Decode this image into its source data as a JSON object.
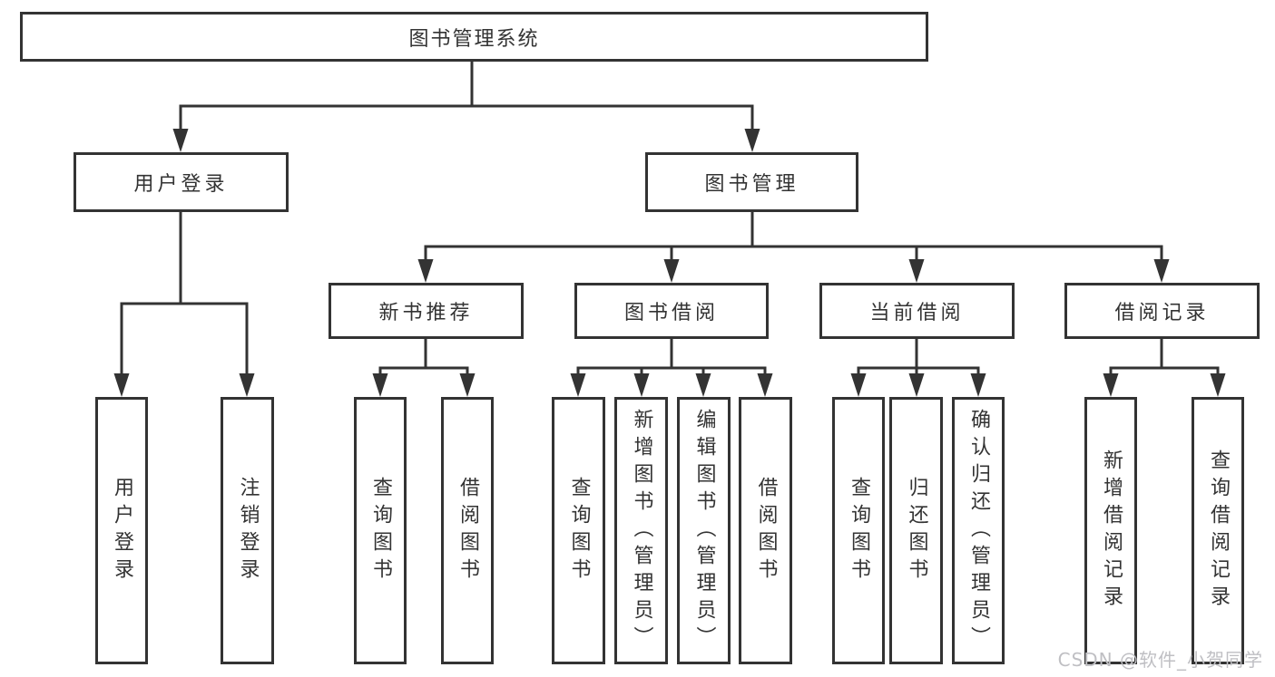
{
  "diagram": {
    "root": {
      "label": "图书管理系统"
    },
    "level2": {
      "user_login": {
        "label": "用户登录"
      },
      "book_mgmt": {
        "label": "图书管理"
      }
    },
    "level3": {
      "new_books": {
        "label": "新书推荐"
      },
      "book_borrow": {
        "label": "图书借阅"
      },
      "current_borrow": {
        "label": "当前借阅"
      },
      "borrow_records": {
        "label": "借阅记录"
      }
    },
    "leaves": {
      "user_login": {
        "label": "用户登录"
      },
      "logout": {
        "label": "注销登录"
      },
      "nb_query": {
        "label": "查询图书"
      },
      "nb_borrow": {
        "label": "借阅图书"
      },
      "bb_query": {
        "label": "查询图书"
      },
      "bb_add": {
        "label": "新增图书（管理员）"
      },
      "bb_edit": {
        "label": "编辑图书（管理员）"
      },
      "bb_borrow": {
        "label": "借阅图书"
      },
      "cb_query": {
        "label": "查询图书"
      },
      "cb_return": {
        "label": "归还图书"
      },
      "cb_confirm": {
        "label": "确认归还（管理员）"
      },
      "br_add": {
        "label": "新增借阅记录"
      },
      "br_query": {
        "label": "查询借阅记录"
      }
    },
    "watermark": "CSDN @软件_小贺同学",
    "colors": {
      "line": "#333333",
      "text": "#333333",
      "watermark": "#bfbfc3",
      "background": "#ffffff"
    }
  }
}
